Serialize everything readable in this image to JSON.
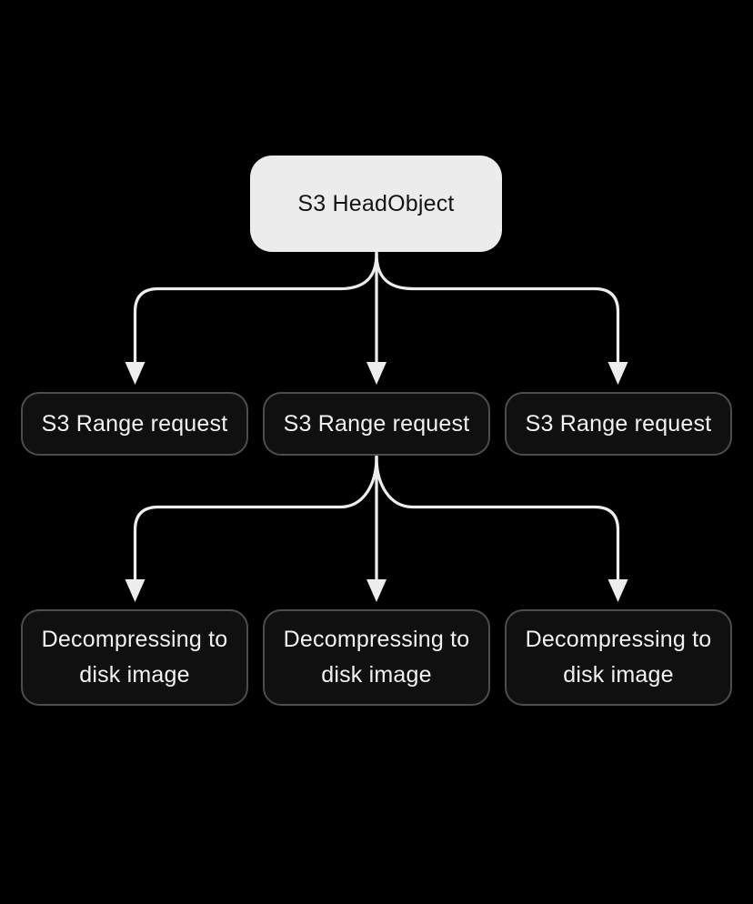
{
  "diagram": {
    "type": "flowchart",
    "background": "#000000",
    "connector_color": "#ededed",
    "node_style": {
      "dark_fill": "#101010",
      "dark_border": "#4d4d4d",
      "dark_text": "#f2f2f2",
      "root_fill": "#ececec",
      "root_text": "#141414"
    },
    "root": {
      "label": "S3 HeadObject"
    },
    "mid_row": [
      {
        "label": "S3 Range request"
      },
      {
        "label": "S3 Range request"
      },
      {
        "label": "S3 Range request"
      }
    ],
    "bottom_row": [
      {
        "label": "Decompressing to disk image"
      },
      {
        "label": "Decompressing to disk image"
      },
      {
        "label": "Decompressing to disk image"
      }
    ],
    "edges": [
      {
        "from": "s3-headobject",
        "to": "s3-range-request-1"
      },
      {
        "from": "s3-headobject",
        "to": "s3-range-request-2"
      },
      {
        "from": "s3-headobject",
        "to": "s3-range-request-3"
      },
      {
        "from": "s3-range-request-2",
        "to": "decompressing-to-disk-image-1"
      },
      {
        "from": "s3-range-request-2",
        "to": "decompressing-to-disk-image-2"
      },
      {
        "from": "s3-range-request-2",
        "to": "decompressing-to-disk-image-3"
      }
    ]
  }
}
